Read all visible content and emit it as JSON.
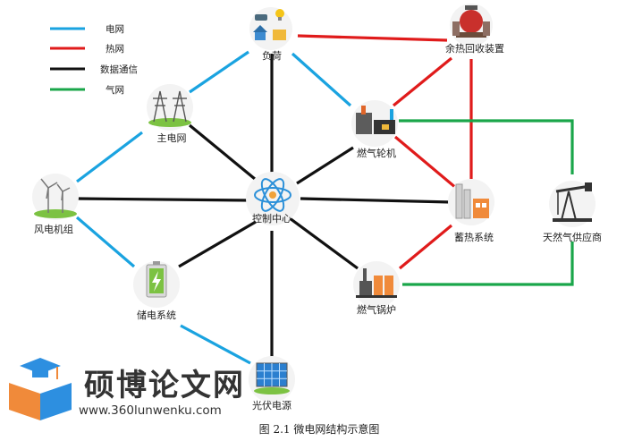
{
  "legend": [
    {
      "label": "电网",
      "color": "#1aa3e0"
    },
    {
      "label": "热网",
      "color": "#e01b1b"
    },
    {
      "label": "数据通信",
      "color": "#111111"
    },
    {
      "label": "气网",
      "color": "#1aa64a"
    }
  ],
  "nodes": {
    "load": "负荷",
    "heat_recovery": "余热回收装置",
    "main_grid": "主电网",
    "gas_turbine": "燃气轮机",
    "wind": "风电机组",
    "control": "控制中心",
    "heat_storage": "蓄热系统",
    "gas_supplier": "天然气供应商",
    "battery": "储电系统",
    "gas_boiler": "燃气锅炉",
    "pv": "光伏电源"
  },
  "watermark": {
    "brand": "硕博论文网",
    "url": "www.360lunwenku.com"
  },
  "caption": "图 2.1  微电网结构示意图",
  "colors": {
    "electric": "#1aa3e0",
    "heat": "#e01b1b",
    "data": "#111111",
    "gas": "#1aa64a"
  }
}
